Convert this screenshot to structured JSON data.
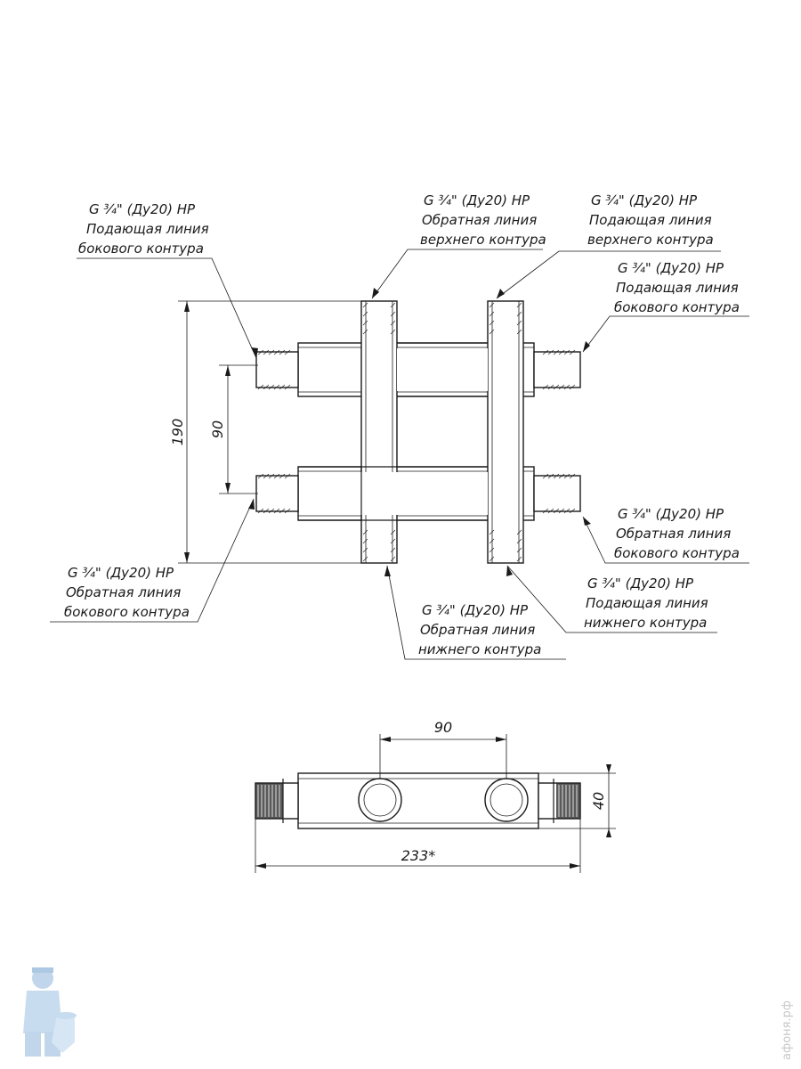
{
  "callouts": {
    "side_supply_left": {
      "l1": "G ¾\" (Ду20) НР",
      "l2": "Подающая линия",
      "l3": "бокового контура"
    },
    "upper_return": {
      "l1": "G ¾\" (Ду20) НР",
      "l2": "Обратная линия",
      "l3": "верхнего контура"
    },
    "upper_supply": {
      "l1": "G ¾\" (Ду20) НР",
      "l2": "Подающая линия",
      "l3": "верхнего контура"
    },
    "side_supply_right": {
      "l1": "G ¾\" (Ду20) НР",
      "l2": "Подающая линия",
      "l3": "бокового контура"
    },
    "side_return_right": {
      "l1": "G ¾\" (Ду20) НР",
      "l2": "Обратная линия",
      "l3": "бокового контура"
    },
    "side_return_left": {
      "l1": "G ¾\" (Ду20) НР",
      "l2": "Обратная линия",
      "l3": "бокового контура"
    },
    "lower_return": {
      "l1": "G ¾\" (Ду20) НР",
      "l2": "Обратная линия",
      "l3": "нижнего контура"
    },
    "lower_supply": {
      "l1": "G ¾\" (Ду20) НР",
      "l2": "Подающая линия",
      "l3": "нижнего контура"
    }
  },
  "dimensions": {
    "height_total": "190",
    "height_between": "90",
    "bottom_spacing": "90",
    "bottom_depth": "40",
    "bottom_length": "233*"
  },
  "watermark": {
    "site": "афоня.рф",
    "mascot_icon": "plumber-mascot-icon"
  }
}
